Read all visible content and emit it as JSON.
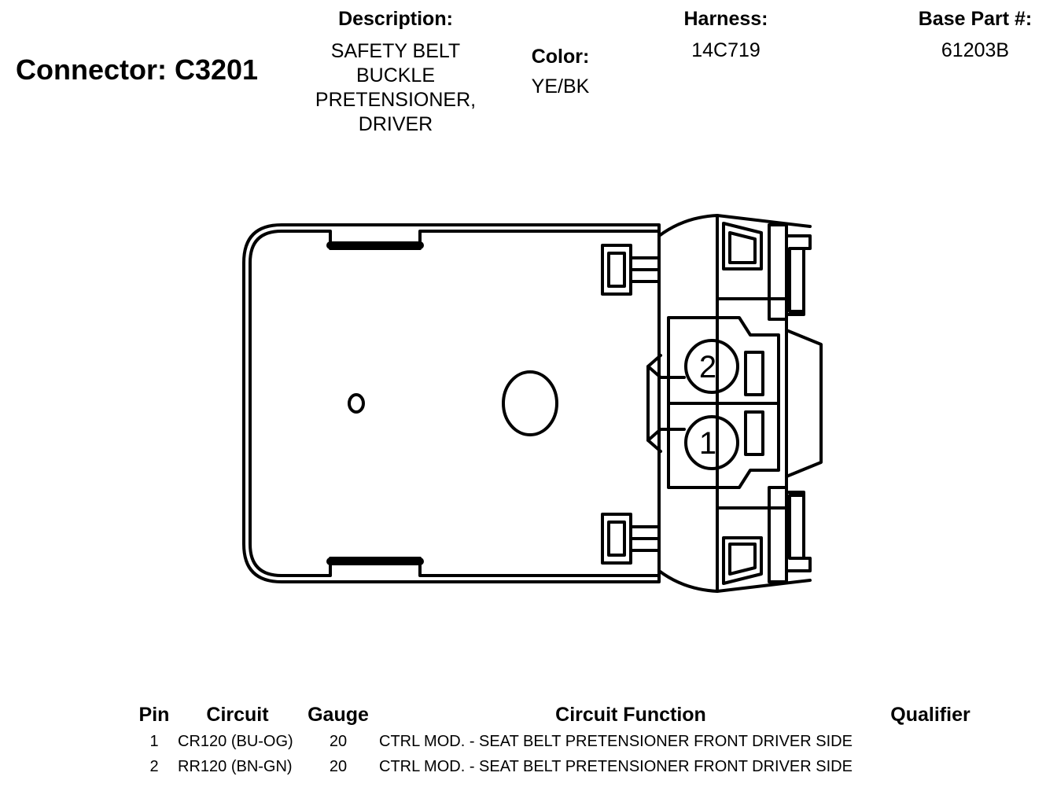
{
  "connector": {
    "title": "Connector: C3201"
  },
  "description": {
    "label": "Description:",
    "lines": [
      "SAFETY BELT",
      "BUCKLE",
      "PRETENSIONER,",
      "DRIVER"
    ]
  },
  "color": {
    "label": "Color:",
    "value": "YE/BK"
  },
  "harness": {
    "label": "Harness:",
    "value": "14C719"
  },
  "base_part": {
    "label": "Base Part #:",
    "value": "61203B"
  },
  "diagram": {
    "pin_labels": [
      "2",
      "1"
    ]
  },
  "pin_table": {
    "headers": {
      "pin": "Pin",
      "circuit": "Circuit",
      "gauge": "Gauge",
      "function": "Circuit Function",
      "qualifier": "Qualifier"
    },
    "rows": [
      {
        "pin": "1",
        "circuit": "CR120 (BU-OG)",
        "gauge": "20",
        "function": "CTRL MOD. - SEAT BELT PRETENSIONER FRONT DRIVER SIDE",
        "qualifier": ""
      },
      {
        "pin": "2",
        "circuit": "RR120 (BN-GN)",
        "gauge": "20",
        "function": "CTRL MOD. - SEAT BELT PRETENSIONER FRONT DRIVER SIDE",
        "qualifier": ""
      }
    ]
  }
}
